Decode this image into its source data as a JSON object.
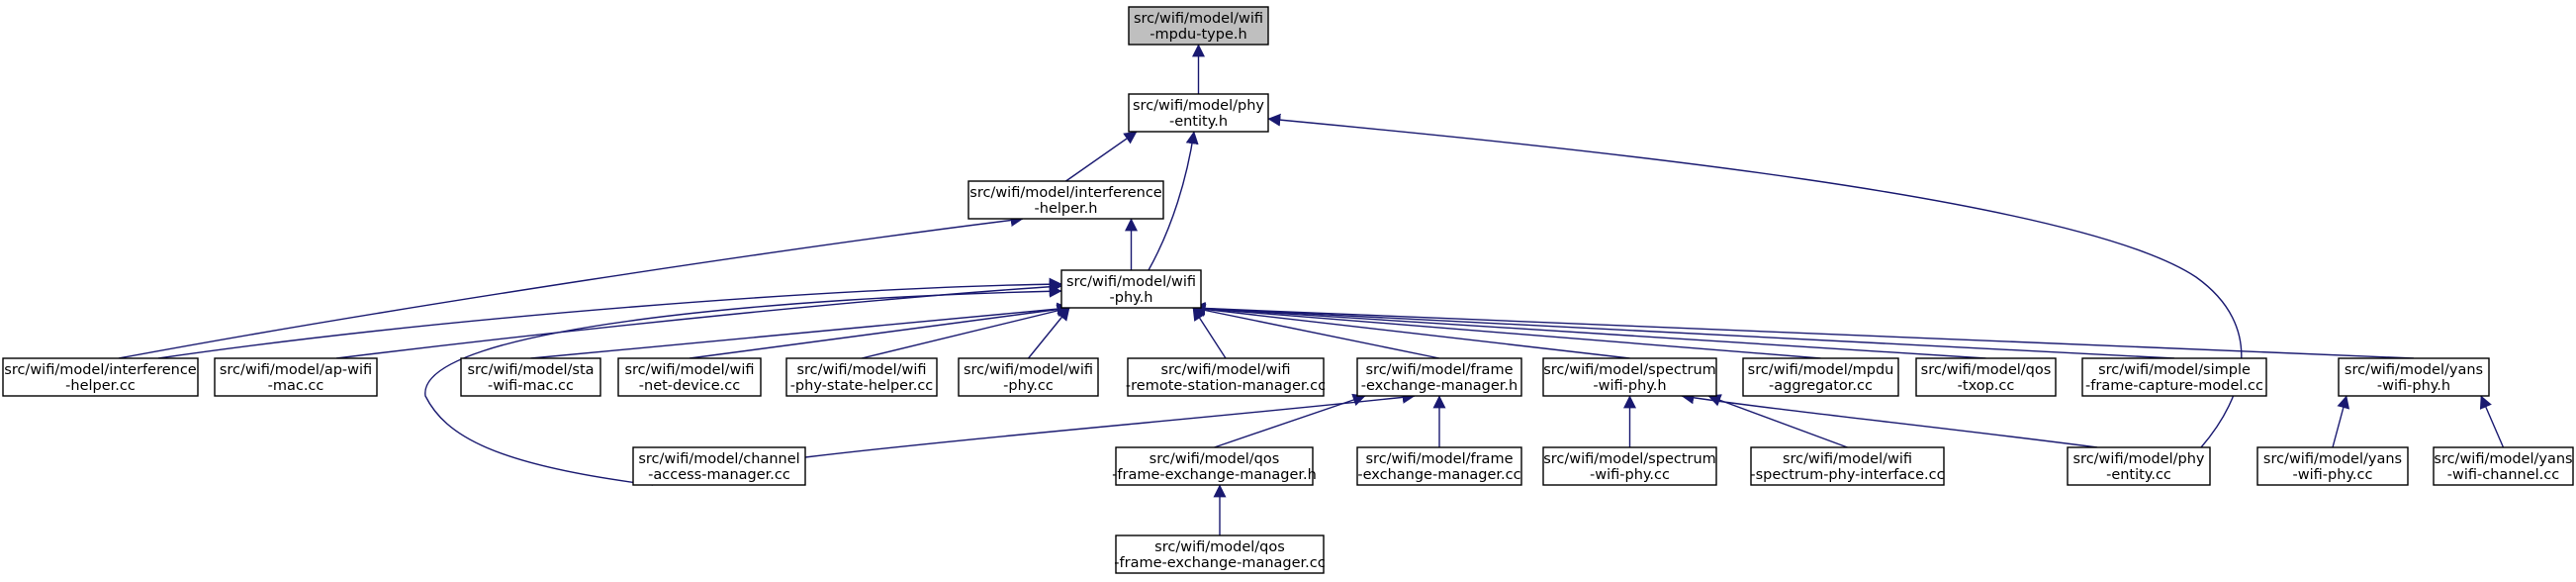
{
  "edge_color": "#191970",
  "root_fill": "#bfbfbf",
  "nodes": [
    {
      "id": "mpdu_type_h",
      "lines": [
        "src/wifi/model/wifi",
        "-mpdu-type.h"
      ]
    },
    {
      "id": "phy_entity_h",
      "lines": [
        "src/wifi/model/phy",
        "-entity.h"
      ]
    },
    {
      "id": "interference_helper_h",
      "lines": [
        "src/wifi/model/interference",
        "-helper.h"
      ]
    },
    {
      "id": "wifi_phy_h",
      "lines": [
        "src/wifi/model/wifi",
        "-phy.h"
      ]
    },
    {
      "id": "interference_helper_cc",
      "lines": [
        "src/wifi/model/interference",
        "-helper.cc"
      ]
    },
    {
      "id": "ap_wifi_mac_cc",
      "lines": [
        "src/wifi/model/ap-wifi",
        "-mac.cc"
      ]
    },
    {
      "id": "sta_wifi_mac_cc",
      "lines": [
        "src/wifi/model/sta",
        "-wifi-mac.cc"
      ]
    },
    {
      "id": "wifi_net_device_cc",
      "lines": [
        "src/wifi/model/wifi",
        "-net-device.cc"
      ]
    },
    {
      "id": "wifi_phy_state_helper_cc",
      "lines": [
        "src/wifi/model/wifi",
        "-phy-state-helper.cc"
      ]
    },
    {
      "id": "wifi_phy_cc",
      "lines": [
        "src/wifi/model/wifi",
        "-phy.cc"
      ]
    },
    {
      "id": "wifi_remote_station_manager_cc",
      "lines": [
        "src/wifi/model/wifi",
        "-remote-station-manager.cc"
      ]
    },
    {
      "id": "frame_exchange_manager_h",
      "lines": [
        "src/wifi/model/frame",
        "-exchange-manager.h"
      ]
    },
    {
      "id": "spectrum_wifi_phy_h",
      "lines": [
        "src/wifi/model/spectrum",
        "-wifi-phy.h"
      ]
    },
    {
      "id": "mpdu_aggregator_cc",
      "lines": [
        "src/wifi/model/mpdu",
        "-aggregator.cc"
      ]
    },
    {
      "id": "qos_txop_cc",
      "lines": [
        "src/wifi/model/qos",
        "-txop.cc"
      ]
    },
    {
      "id": "simple_frame_capture_model_cc",
      "lines": [
        "src/wifi/model/simple",
        "-frame-capture-model.cc"
      ]
    },
    {
      "id": "yans_wifi_phy_h",
      "lines": [
        "src/wifi/model/yans",
        "-wifi-phy.h"
      ]
    },
    {
      "id": "channel_access_manager_cc",
      "lines": [
        "src/wifi/model/channel",
        "-access-manager.cc"
      ]
    },
    {
      "id": "qos_frame_exchange_manager_h",
      "lines": [
        "src/wifi/model/qos",
        "-frame-exchange-manager.h"
      ]
    },
    {
      "id": "frame_exchange_manager_cc",
      "lines": [
        "src/wifi/model/frame",
        "-exchange-manager.cc"
      ]
    },
    {
      "id": "spectrum_wifi_phy_cc",
      "lines": [
        "src/wifi/model/spectrum",
        "-wifi-phy.cc"
      ]
    },
    {
      "id": "wifi_spectrum_phy_interface_cc",
      "lines": [
        "src/wifi/model/wifi",
        "-spectrum-phy-interface.cc"
      ]
    },
    {
      "id": "phy_entity_cc",
      "lines": [
        "src/wifi/model/phy",
        "-entity.cc"
      ]
    },
    {
      "id": "yans_wifi_phy_cc",
      "lines": [
        "src/wifi/model/yans",
        "-wifi-phy.cc"
      ]
    },
    {
      "id": "yans_wifi_channel_cc",
      "lines": [
        "src/wifi/model/yans",
        "-wifi-channel.cc"
      ]
    },
    {
      "id": "qos_frame_exchange_manager_cc",
      "lines": [
        "src/wifi/model/qos",
        "-frame-exchange-manager.cc"
      ]
    }
  ],
  "edges": [
    {
      "from": "phy_entity_h",
      "to": "mpdu_type_h"
    },
    {
      "from": "interference_helper_h",
      "to": "phy_entity_h"
    },
    {
      "from": "wifi_phy_h",
      "to": "phy_entity_h"
    },
    {
      "from": "phy_entity_cc",
      "to": "phy_entity_h"
    },
    {
      "from": "wifi_phy_h",
      "to": "interference_helper_h"
    },
    {
      "from": "interference_helper_cc",
      "to": "interference_helper_h"
    },
    {
      "from": "interference_helper_cc",
      "to": "wifi_phy_h"
    },
    {
      "from": "ap_wifi_mac_cc",
      "to": "wifi_phy_h"
    },
    {
      "from": "sta_wifi_mac_cc",
      "to": "wifi_phy_h"
    },
    {
      "from": "wifi_net_device_cc",
      "to": "wifi_phy_h"
    },
    {
      "from": "wifi_phy_state_helper_cc",
      "to": "wifi_phy_h"
    },
    {
      "from": "wifi_phy_cc",
      "to": "wifi_phy_h"
    },
    {
      "from": "wifi_remote_station_manager_cc",
      "to": "wifi_phy_h"
    },
    {
      "from": "frame_exchange_manager_h",
      "to": "wifi_phy_h"
    },
    {
      "from": "spectrum_wifi_phy_h",
      "to": "wifi_phy_h"
    },
    {
      "from": "mpdu_aggregator_cc",
      "to": "wifi_phy_h"
    },
    {
      "from": "qos_txop_cc",
      "to": "wifi_phy_h"
    },
    {
      "from": "simple_frame_capture_model_cc",
      "to": "wifi_phy_h"
    },
    {
      "from": "yans_wifi_phy_h",
      "to": "wifi_phy_h"
    },
    {
      "from": "channel_access_manager_cc",
      "to": "wifi_phy_h"
    },
    {
      "from": "channel_access_manager_cc",
      "to": "frame_exchange_manager_h"
    },
    {
      "from": "qos_frame_exchange_manager_h",
      "to": "frame_exchange_manager_h"
    },
    {
      "from": "frame_exchange_manager_cc",
      "to": "frame_exchange_manager_h"
    },
    {
      "from": "qos_frame_exchange_manager_cc",
      "to": "qos_frame_exchange_manager_h"
    },
    {
      "from": "spectrum_wifi_phy_cc",
      "to": "spectrum_wifi_phy_h"
    },
    {
      "from": "wifi_spectrum_phy_interface_cc",
      "to": "spectrum_wifi_phy_h"
    },
    {
      "from": "phy_entity_cc",
      "to": "spectrum_wifi_phy_h"
    },
    {
      "from": "yans_wifi_phy_cc",
      "to": "yans_wifi_phy_h"
    },
    {
      "from": "yans_wifi_channel_cc",
      "to": "yans_wifi_phy_h"
    }
  ]
}
